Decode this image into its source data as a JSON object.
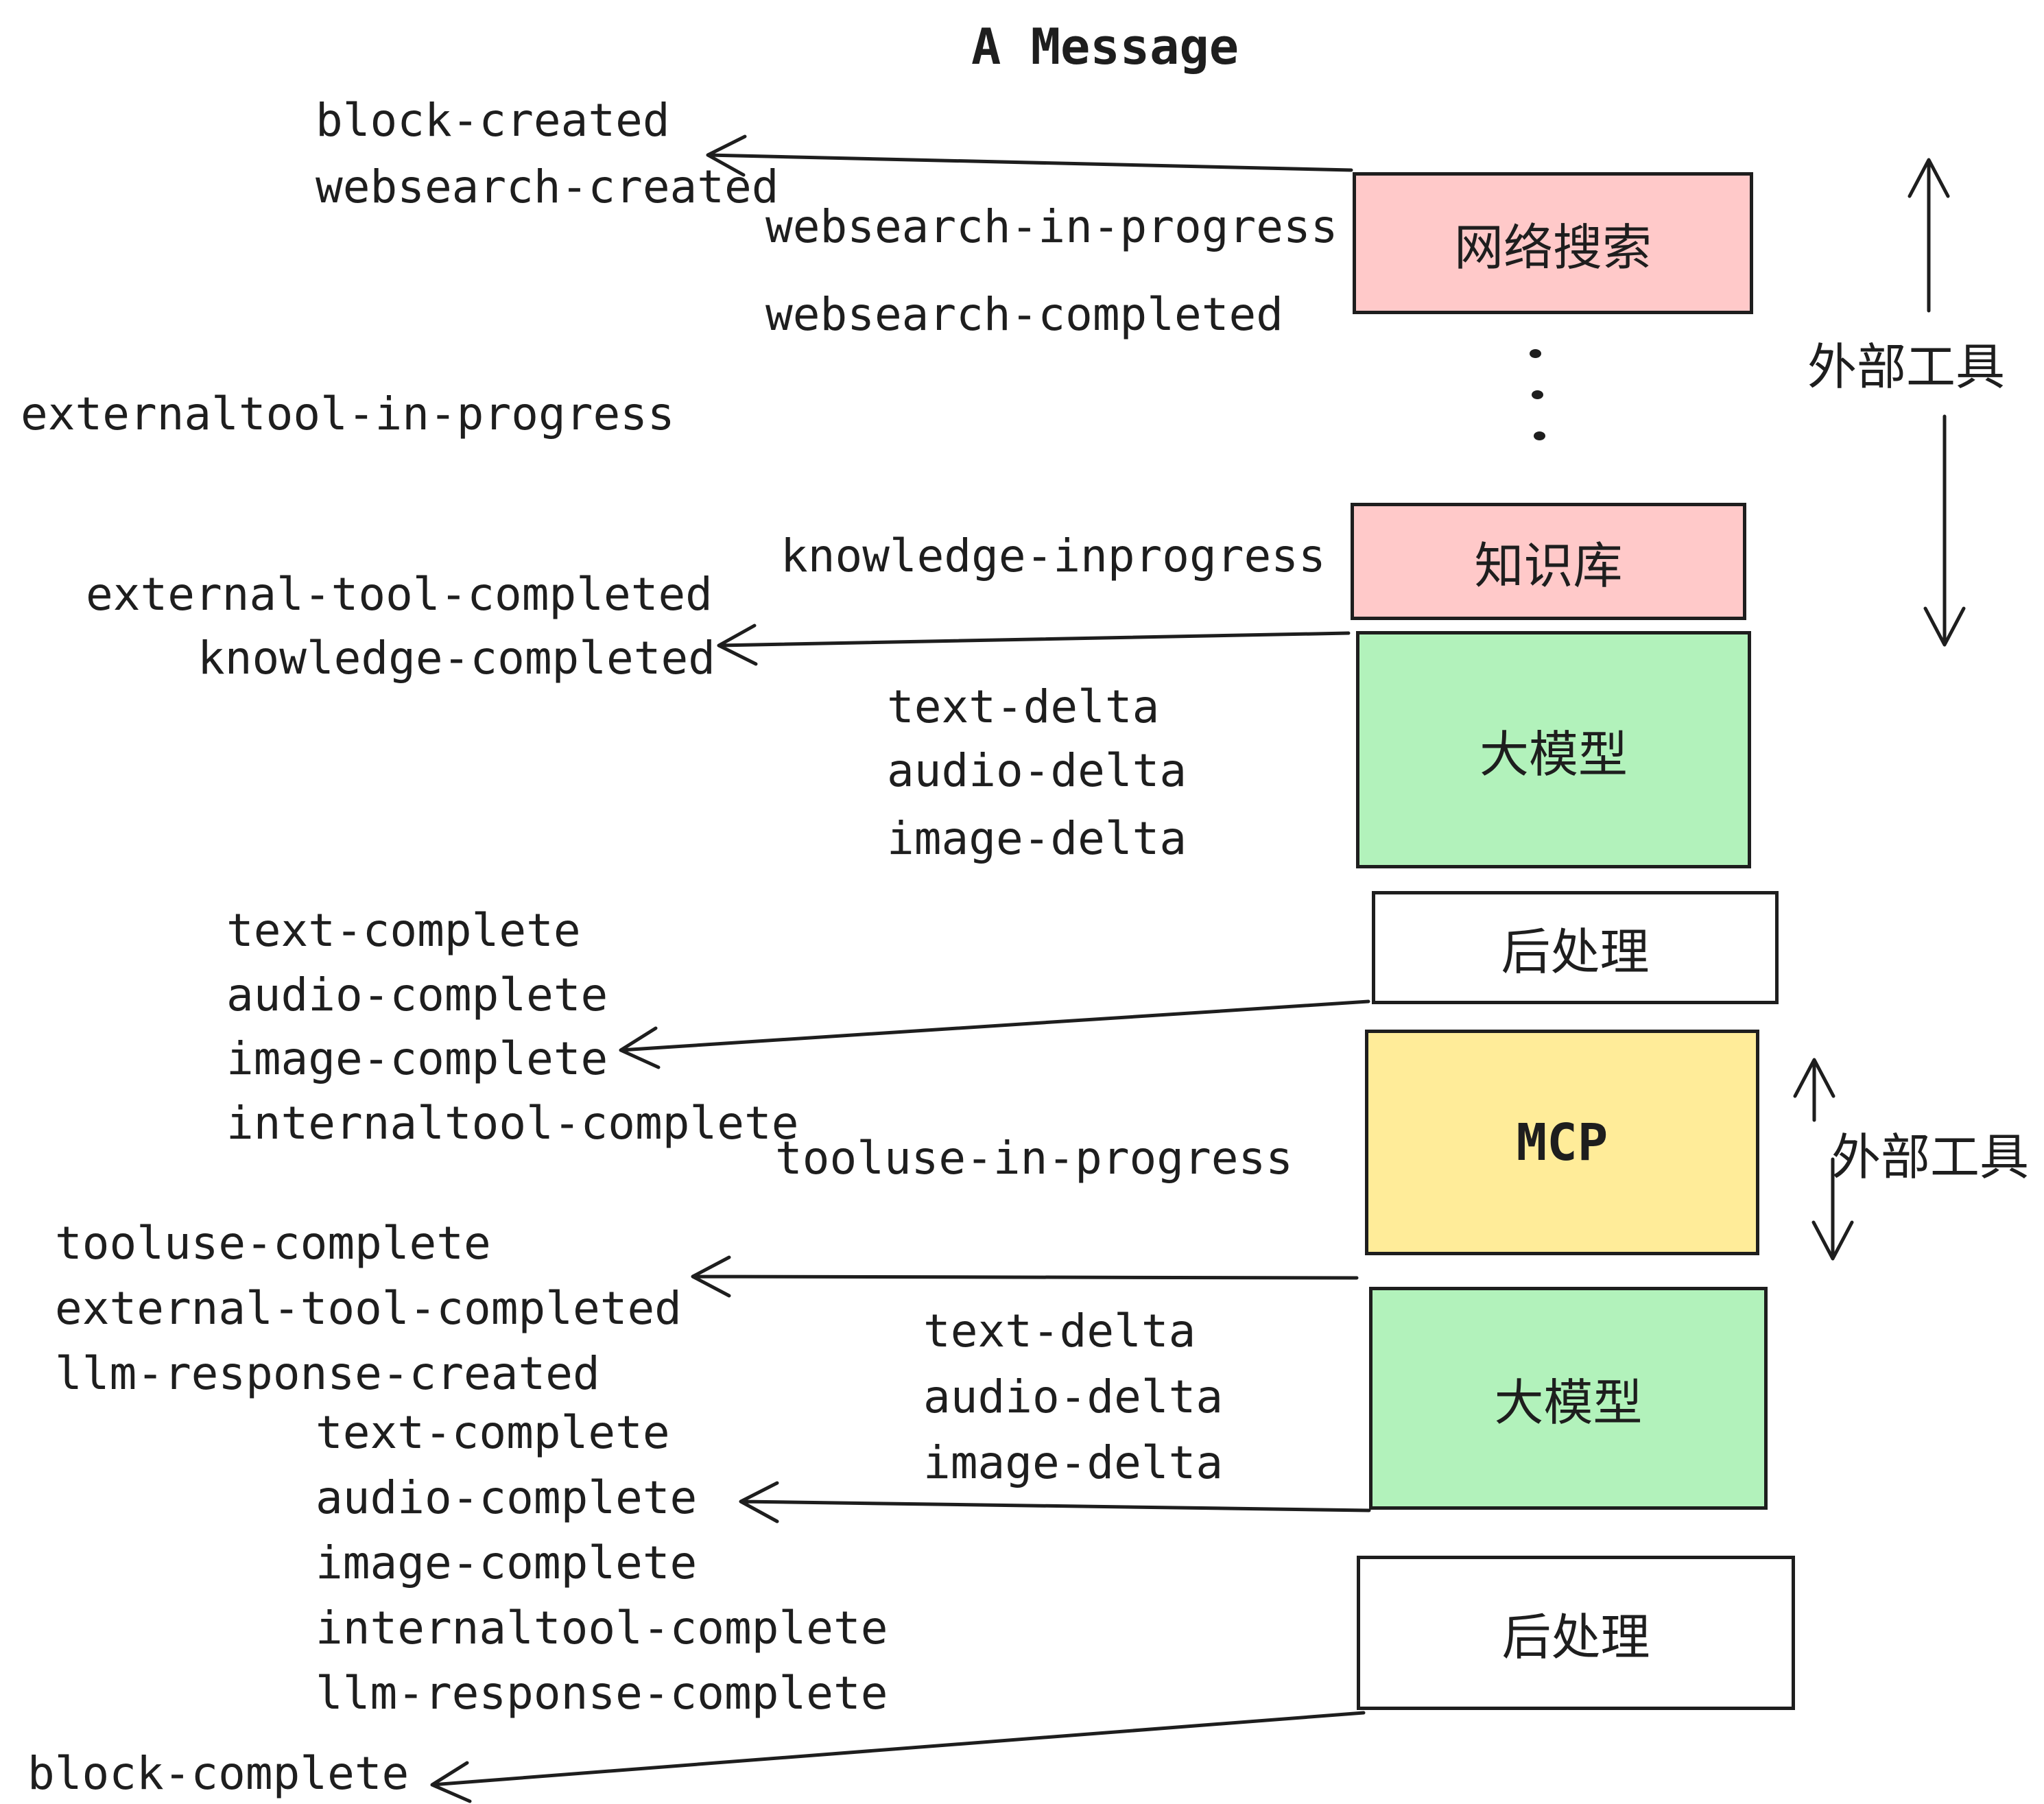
{
  "title": "A Message",
  "colors": {
    "pink": "#ffc9c9",
    "green": "#b2f2bb",
    "yellow": "#ffec99",
    "white": "#ffffff",
    "ink": "#1e1e1e"
  },
  "events": [
    {
      "label": "block-created"
    },
    {
      "label": "websearch-created"
    },
    {
      "label": "websearch-in-progress"
    },
    {
      "label": "websearch-completed"
    },
    {
      "label": "externaltool-in-progress"
    },
    {
      "label": "knowledge-inprogress"
    },
    {
      "label": "external-tool-completed"
    },
    {
      "label": "knowledge-completed"
    },
    {
      "label": "text-delta"
    },
    {
      "label": "audio-delta"
    },
    {
      "label": "image-delta"
    },
    {
      "label": "text-complete"
    },
    {
      "label": "audio-complete"
    },
    {
      "label": "image-complete"
    },
    {
      "label": "internaltool-complete"
    },
    {
      "label": "tooluse-in-progress"
    },
    {
      "label": "tooluse-complete"
    },
    {
      "label": "external-tool-completed"
    },
    {
      "label": "llm-response-created"
    },
    {
      "label": "text-delta"
    },
    {
      "label": "audio-delta"
    },
    {
      "label": "image-delta"
    },
    {
      "label": "text-complete"
    },
    {
      "label": "audio-complete"
    },
    {
      "label": "image-complete"
    },
    {
      "label": "internaltool-complete"
    },
    {
      "label": "llm-response-complete"
    },
    {
      "label": "block-complete"
    }
  ],
  "nodes": [
    {
      "label": "网络搜索"
    },
    {
      "label": "知识库"
    },
    {
      "label": "大模型"
    },
    {
      "label": "后处理"
    },
    {
      "label": "MCP"
    },
    {
      "label": "大模型"
    },
    {
      "label": "后处理"
    }
  ],
  "side_labels": [
    {
      "label": "外部工具"
    },
    {
      "label": "外部工具"
    }
  ]
}
